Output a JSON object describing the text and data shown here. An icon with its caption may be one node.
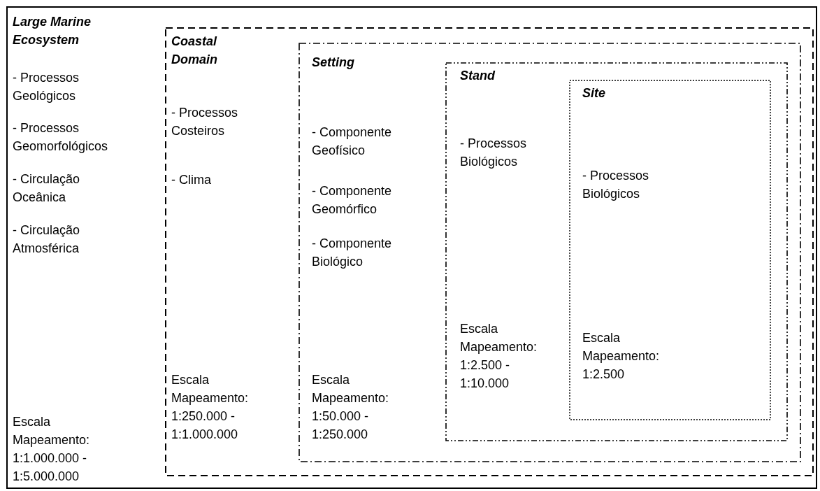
{
  "diagram": {
    "nodes": [
      {
        "text": [
          "Large Marine Ecosystem",
          "- Processos Geológicos",
          "- Processos Geomorfológicos",
          "- Circulação Oceânica",
          "- Circulação Atmosférica",
          "Escala Mapeamento: 1:1.000.000 - 1:5.000.000"
        ]
      },
      {
        "text": [
          "Coastal Domain",
          "- Processos Costeiros",
          "- Clima",
          "Escala Mapeamento: 1:250.000 - 1:1.000.000"
        ],
        "in": 0
      },
      {
        "text": [
          "Setting",
          "- Componente Geofísico",
          "- Componente Geomórfico",
          "- Componente Biológico",
          "Escala Mapeamento: 1:50.000 - 1:250.000"
        ],
        "in": 1
      },
      {
        "text": [
          "Stand",
          "- Processos Biológicos",
          "Escala Mapeamento: 1:2.500 - 1:10.000"
        ],
        "in": 2
      },
      {
        "text": [
          "Site",
          "- Processos Biológicos",
          "Escala Mapeamento: 1:2.500"
        ],
        "in": 3
      }
    ],
    "edges": []
  }
}
